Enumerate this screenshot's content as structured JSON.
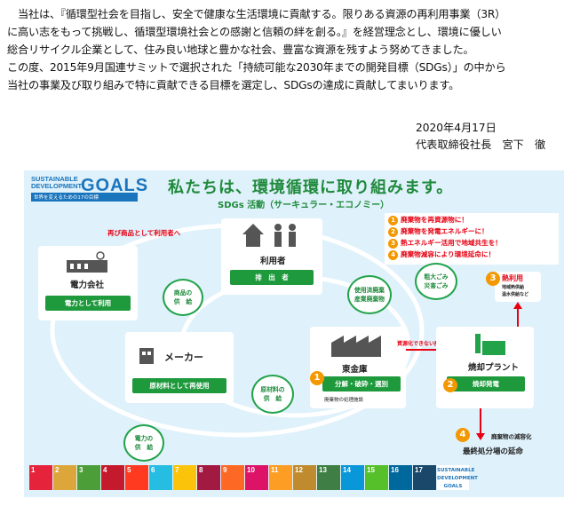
{
  "intro": {
    "lines": [
      "　当社は、『循環型社会を目指し、安全で健康な生活環境に貢献する。限りある資源の再利用事業（3R）",
      "に高い志をもって挑戦し、循環型環境社会との感謝と信頼の絆を創る。』を経営理念とし、環境に優しい",
      "総合リサイクル企業として、住み良い地球と豊かな社会、豊富な資源を残すよう努めてきました。",
      "この度、2015年9月国連サミットで選択された「持続可能な2030年までの開発目標（SDGs）」の中から",
      "当社の事業及び取り組みで特に貢献できる目標を選定し、SDGsの達成に貢献してまいります。"
    ],
    "date": "2020年4月17日",
    "signature": "代表取締役社長　宮下　徹"
  },
  "poster": {
    "logo": {
      "line1": "SUSTAINABLE",
      "line2": "DEVELOPMENT",
      "big": "GOALS",
      "sub": "世界を変えるための17の目標"
    },
    "headline": "私たちは、環境循環に取り組みます。",
    "subhead": "SDGs 活動（サーキュラー・エコノミー）",
    "list": [
      "廃棄物を再資源物に！",
      "廃棄物を発電エネルギーに！",
      "熱エネルギー活用で地域共生を！",
      "廃棄物減容により環境延命に！"
    ],
    "list_nums": [
      "1",
      "2",
      "3",
      "4"
    ],
    "top_label": "再び商品として利用者へ",
    "power": {
      "title": "電力会社",
      "pill": "電力として利用"
    },
    "user": {
      "title": "利用者",
      "pill": "排　出　者"
    },
    "maker": {
      "title": "メーカー",
      "pill": "原材料として再使用"
    },
    "factory": {
      "title": "東金庫",
      "pill": "分解・破砕・選別",
      "num": "1",
      "note": "廃棄物の処理施設"
    },
    "plant": {
      "title": "焼却プラント",
      "pill": "焼却発電",
      "num": "2",
      "arrow": "資源化できない廃棄物"
    },
    "heat": {
      "num": "3",
      "title": "熱利用",
      "sub1": "地域熱供給",
      "sub2": "温水供給など"
    },
    "bubbles": {
      "goods": [
        "商品の",
        "供　給"
      ],
      "waste": [
        "使用済廃棄",
        "産業廃棄物"
      ],
      "bulky": [
        "粗大ごみ",
        "災害ごみ"
      ],
      "material": [
        "原材料の",
        "供　給"
      ],
      "electric": [
        "電力の",
        "供　給"
      ]
    },
    "landfill": {
      "num": "4",
      "note": "廃棄物の減容化",
      "title": "最終処分場の延命"
    },
    "sdg_tiles": [
      {
        "n": "1",
        "color": "#e5243b"
      },
      {
        "n": "2",
        "color": "#dda63a"
      },
      {
        "n": "3",
        "color": "#4c9f38"
      },
      {
        "n": "4",
        "color": "#c5192d"
      },
      {
        "n": "5",
        "color": "#ff3a21"
      },
      {
        "n": "6",
        "color": "#26bde2"
      },
      {
        "n": "7",
        "color": "#fcc30b"
      },
      {
        "n": "8",
        "color": "#a21942"
      },
      {
        "n": "9",
        "color": "#fd6925"
      },
      {
        "n": "10",
        "color": "#dd1367"
      },
      {
        "n": "11",
        "color": "#fd9d24"
      },
      {
        "n": "12",
        "color": "#bf8b2e"
      },
      {
        "n": "13",
        "color": "#3f7e44"
      },
      {
        "n": "14",
        "color": "#0a97d9"
      },
      {
        "n": "15",
        "color": "#56c02b"
      },
      {
        "n": "16",
        "color": "#00689d"
      },
      {
        "n": "17",
        "color": "#19486a"
      }
    ],
    "strip_logo": [
      "SUSTAINABLE",
      "DEVELOPMENT",
      "GOALS"
    ]
  }
}
